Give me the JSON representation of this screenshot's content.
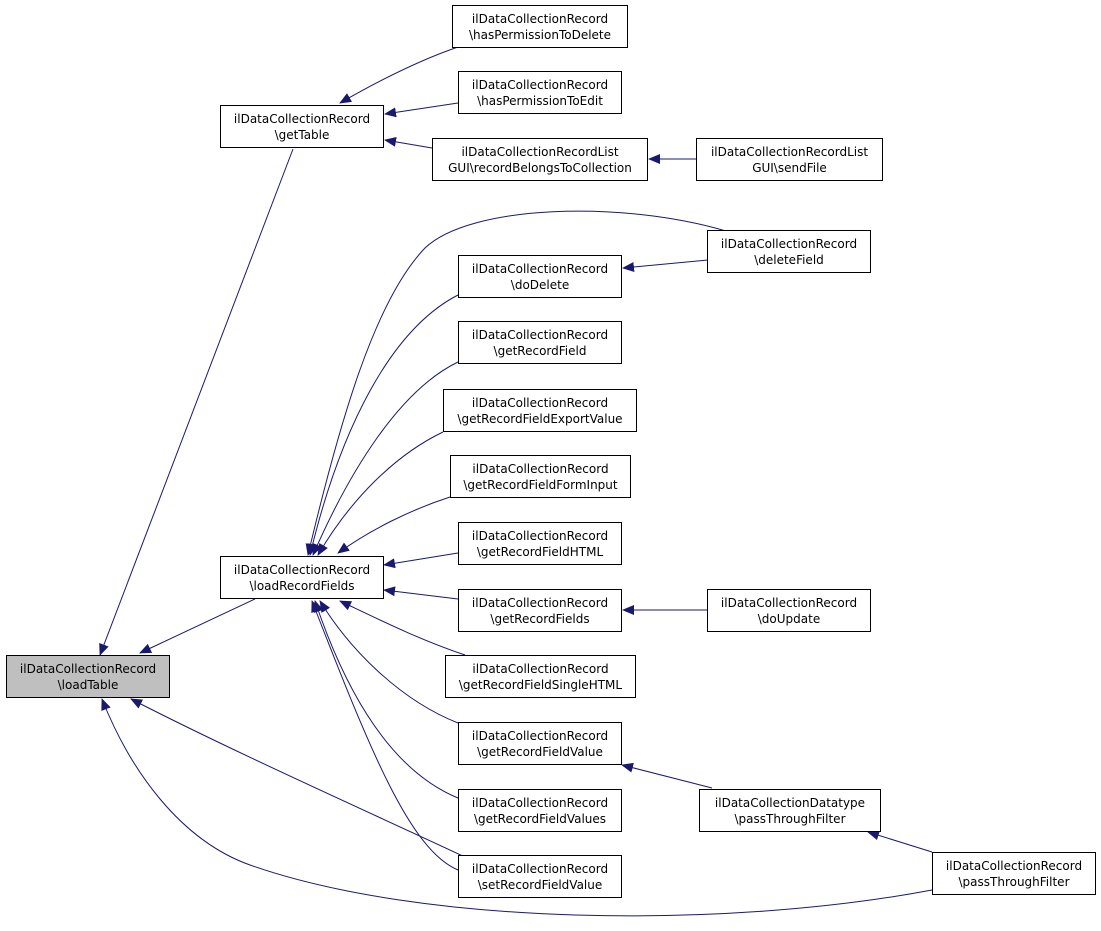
{
  "colors": {
    "edge": "#191970",
    "focus_fill": "#bfbfbf",
    "node_border": "#000000"
  },
  "nodes": {
    "loadTable": [
      "ilDataCollectionRecord",
      "\\loadTable"
    ],
    "getTable": [
      "ilDataCollectionRecord",
      "\\getTable"
    ],
    "loadRecordFields": [
      "ilDataCollectionRecord",
      "\\loadRecordFields"
    ],
    "hasPermissionToDelete": [
      "ilDataCollectionRecord",
      "\\hasPermissionToDelete"
    ],
    "hasPermissionToEdit": [
      "ilDataCollectionRecord",
      "\\hasPermissionToEdit"
    ],
    "recordBelongsToCollection": [
      "ilDataCollectionRecordList",
      "GUI\\recordBelongsToCollection"
    ],
    "sendFile": [
      "ilDataCollectionRecordList",
      "GUI\\sendFile"
    ],
    "doDelete": [
      "ilDataCollectionRecord",
      "\\doDelete"
    ],
    "deleteField": [
      "ilDataCollectionRecord",
      "\\deleteField"
    ],
    "getRecordField": [
      "ilDataCollectionRecord",
      "\\getRecordField"
    ],
    "getRecordFieldExportValue": [
      "ilDataCollectionRecord",
      "\\getRecordFieldExportValue"
    ],
    "getRecordFieldFormInput": [
      "ilDataCollectionRecord",
      "\\getRecordFieldFormInput"
    ],
    "getRecordFieldHTML": [
      "ilDataCollectionRecord",
      "\\getRecordFieldHTML"
    ],
    "getRecordFields": [
      "ilDataCollectionRecord",
      "\\getRecordFields"
    ],
    "doUpdate": [
      "ilDataCollectionRecord",
      "\\doUpdate"
    ],
    "getRecordFieldSingleHTML": [
      "ilDataCollectionRecord",
      "\\getRecordFieldSingleHTML"
    ],
    "getRecordFieldValue": [
      "ilDataCollectionRecord",
      "\\getRecordFieldValue"
    ],
    "datatypePassThroughFilter": [
      "ilDataCollectionDatatype",
      "\\passThroughFilter"
    ],
    "getRecordFieldValues": [
      "ilDataCollectionRecord",
      "\\getRecordFieldValues"
    ],
    "setRecordFieldValue": [
      "ilDataCollectionRecord",
      "\\setRecordFieldValue"
    ],
    "recordPassThroughFilter": [
      "ilDataCollectionRecord",
      "\\passThroughFilter"
    ]
  },
  "edges": [
    [
      "getTable",
      "loadTable"
    ],
    [
      "loadRecordFields",
      "loadTable"
    ],
    [
      "setRecordFieldValue",
      "loadTable"
    ],
    [
      "recordPassThroughFilter",
      "loadTable"
    ],
    [
      "hasPermissionToDelete",
      "getTable"
    ],
    [
      "hasPermissionToEdit",
      "getTable"
    ],
    [
      "recordBelongsToCollection",
      "getTable"
    ],
    [
      "sendFile",
      "recordBelongsToCollection"
    ],
    [
      "deleteField",
      "loadRecordFields"
    ],
    [
      "doDelete",
      "loadRecordFields"
    ],
    [
      "getRecordField",
      "loadRecordFields"
    ],
    [
      "getRecordFieldExportValue",
      "loadRecordFields"
    ],
    [
      "getRecordFieldFormInput",
      "loadRecordFields"
    ],
    [
      "getRecordFieldHTML",
      "loadRecordFields"
    ],
    [
      "getRecordFields",
      "loadRecordFields"
    ],
    [
      "getRecordFieldSingleHTML",
      "loadRecordFields"
    ],
    [
      "getRecordFieldValue",
      "loadRecordFields"
    ],
    [
      "getRecordFieldValues",
      "loadRecordFields"
    ],
    [
      "setRecordFieldValue",
      "loadRecordFields"
    ],
    [
      "deleteField",
      "doDelete"
    ],
    [
      "doUpdate",
      "getRecordFields"
    ],
    [
      "datatypePassThroughFilter",
      "getRecordFieldValue"
    ],
    [
      "recordPassThroughFilter",
      "datatypePassThroughFilter"
    ]
  ]
}
